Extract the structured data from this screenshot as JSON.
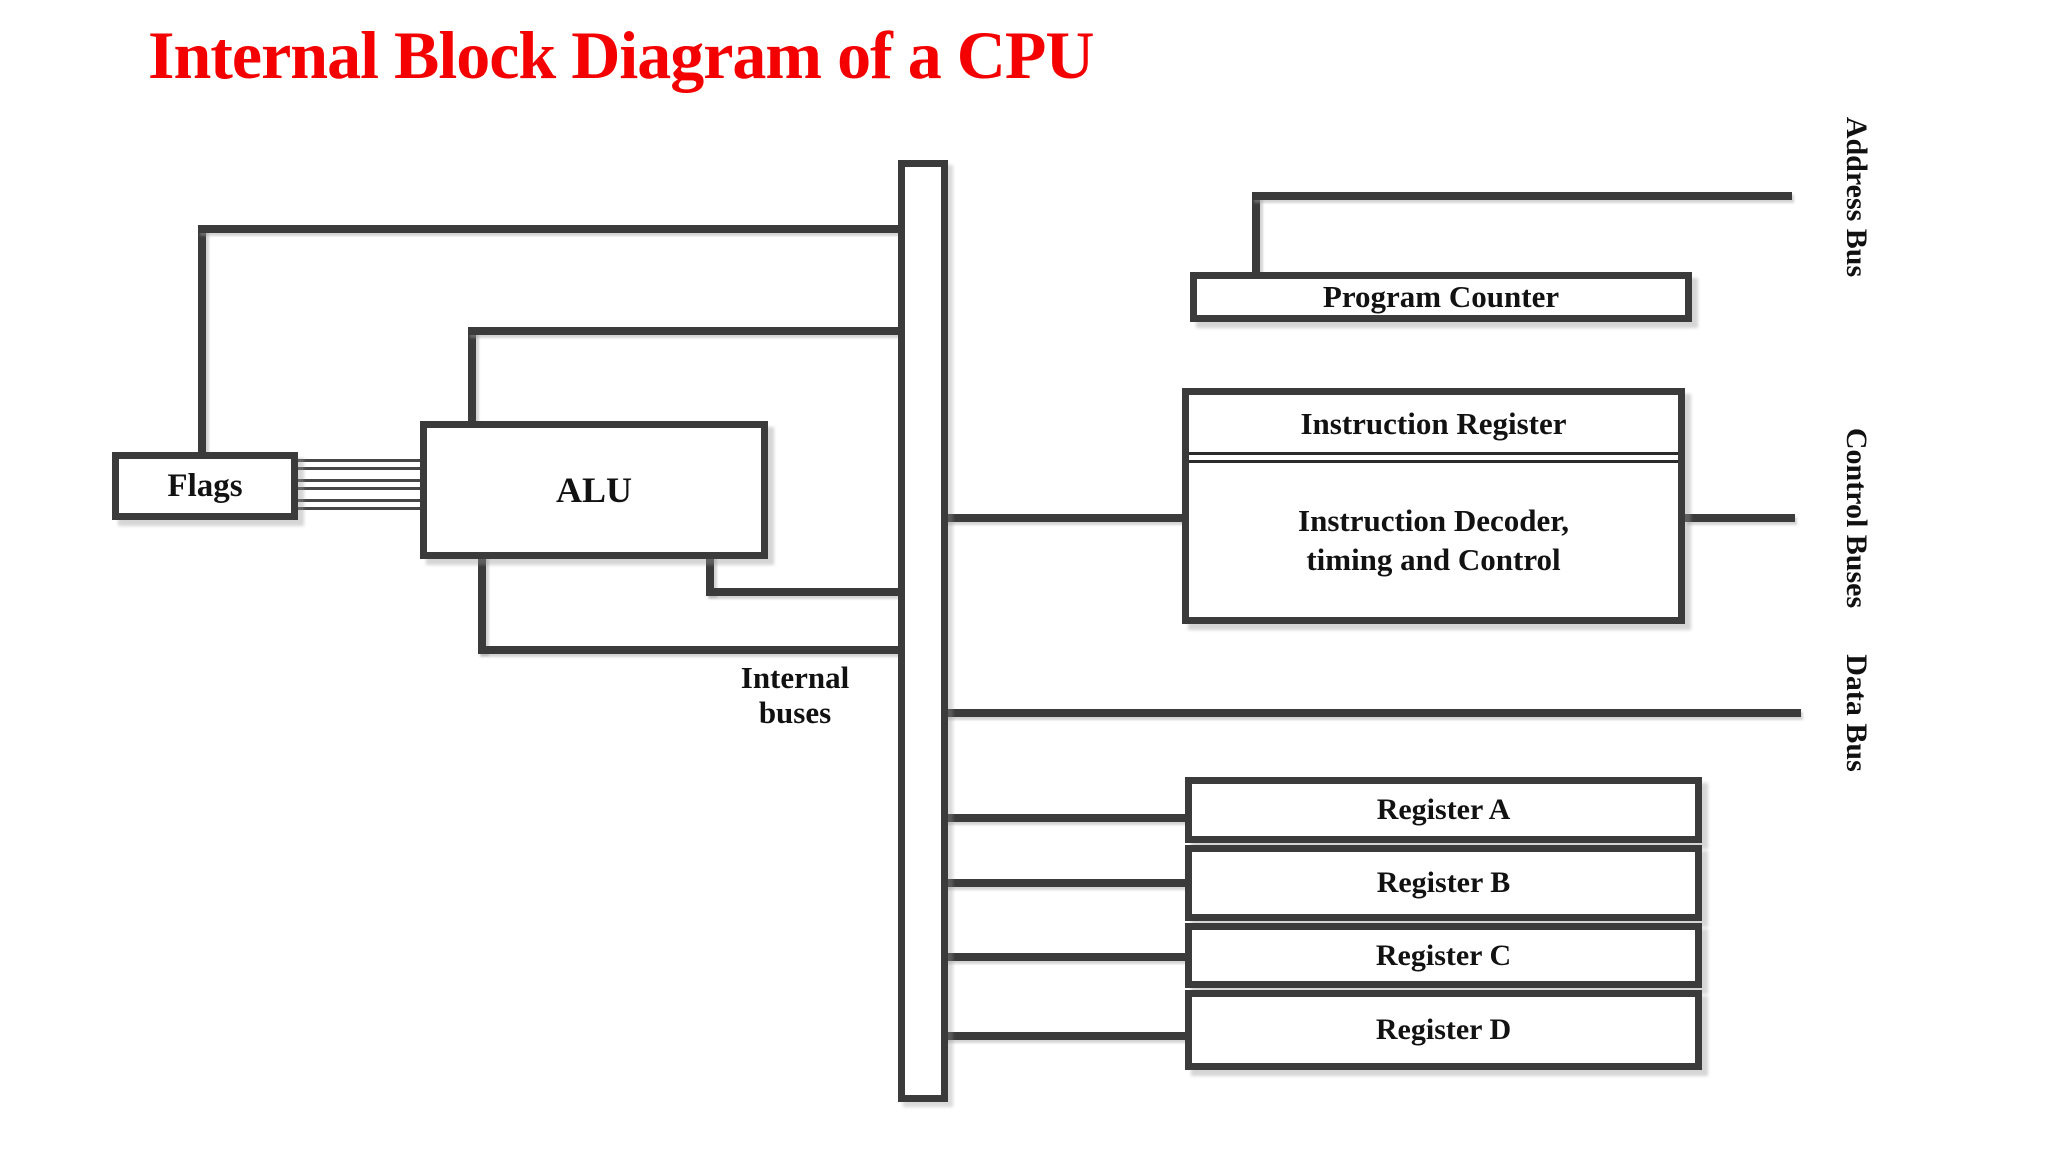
{
  "title": {
    "text": "Internal Block Diagram of a CPU",
    "color": "#f40000"
  },
  "blocks": {
    "flags": "Flags",
    "alu": "ALU",
    "program_counter": "Program Counter",
    "instruction_register": "Instruction Register",
    "instruction_decoder_line1": "Instruction Decoder,",
    "instruction_decoder_line2": "timing and Control",
    "register_a": "Register A",
    "register_b": "Register B",
    "register_c": "Register C",
    "register_d": "Register D"
  },
  "labels": {
    "internal_buses_line1": "Internal",
    "internal_buses_line2": "buses",
    "address_bus": "Address Bus",
    "control_buses": "Control Buses",
    "data_bus": "Data Bus"
  },
  "colors": {
    "line": "#3b3b3b",
    "title": "#f40000",
    "text": "#121212",
    "background": "#ffffff"
  }
}
